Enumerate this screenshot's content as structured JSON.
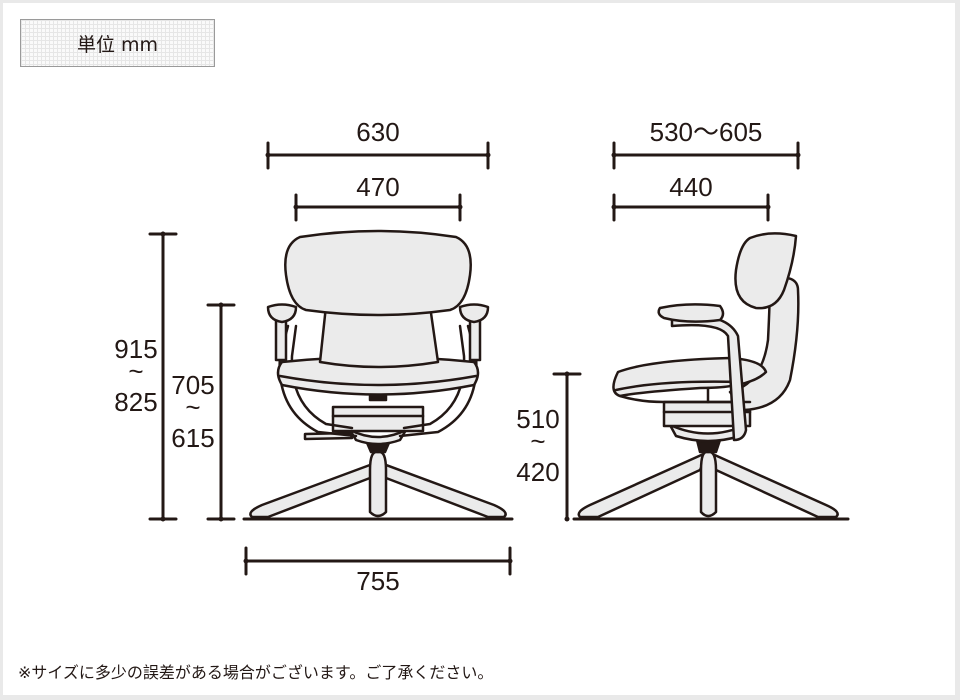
{
  "unit_label": "単位 mm",
  "note": "※サイズに多少の誤差がある場合がございます。ご了承ください。",
  "colors": {
    "stroke": "#231815",
    "fill": "#ebebeb",
    "frame": "#e9e9e9",
    "background": "#ffffff"
  },
  "front_view": {
    "overall_width": "630",
    "seat_width": "470",
    "base_width": "755",
    "height_max": "915",
    "height_min": "825",
    "armrest_height_max": "705",
    "armrest_height_min": "615",
    "range_symbol": "〜"
  },
  "side_view": {
    "depth": "530〜605",
    "seat_depth": "440",
    "seat_height_max": "510",
    "seat_height_min": "420",
    "range_symbol": "〜"
  }
}
